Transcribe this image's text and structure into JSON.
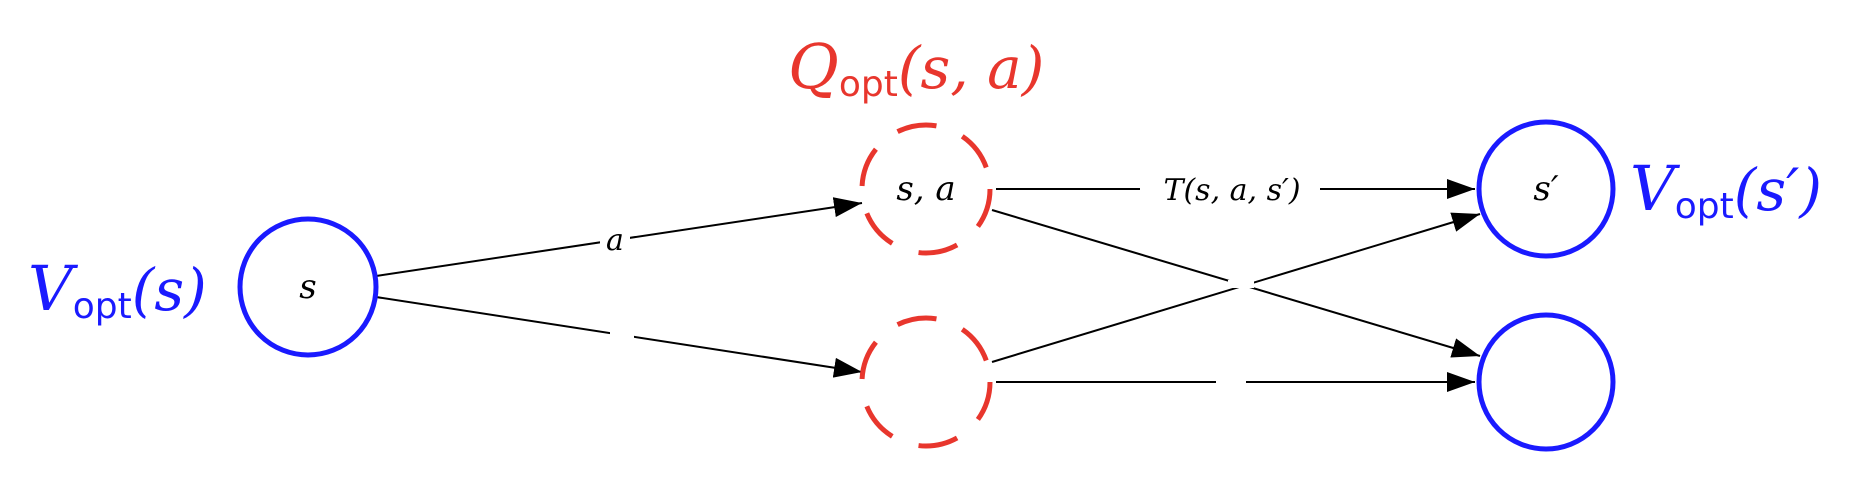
{
  "colors": {
    "state": "#1a1aff",
    "chance": "#e8362d",
    "edge": "#000000",
    "background": "#ffffff"
  },
  "nodes": {
    "s": {
      "label": "s"
    },
    "sa": {
      "label": "s, a"
    },
    "chance_lower": {
      "label": ""
    },
    "s_prime": {
      "label": "s′"
    },
    "s_lower": {
      "label": ""
    }
  },
  "value_labels": {
    "v_s": {
      "symbol": "V",
      "subscript": "opt",
      "argument": "(s)"
    },
    "q_sa": {
      "symbol": "Q",
      "subscript": "opt",
      "argument": "(s, a)"
    },
    "v_s_prime": {
      "symbol": "V",
      "subscript": "opt",
      "argument": "(s′)"
    }
  },
  "edges": {
    "action_label": "a",
    "transition_label": "T(s, a, s′)"
  },
  "icons": {
    "arrowhead": "arrowhead-icon"
  }
}
